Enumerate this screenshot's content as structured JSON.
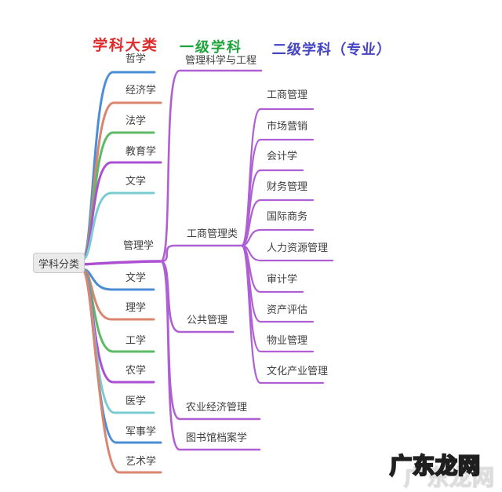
{
  "headers": [
    {
      "label": "学科大类",
      "color": "#e02b2b"
    },
    {
      "label": "一级学科",
      "color": "#1ea43b"
    },
    {
      "label": "二级学科（专业）",
      "color": "#4444c4"
    }
  ],
  "palette": {
    "blue": "#4a8ed5",
    "salmon": "#d9856f",
    "green": "#5cb964",
    "purple": "#ac4fd0",
    "cyan": "#7accd2",
    "branch_purple": "#af5fd4"
  },
  "tree": {
    "label": "学科分类",
    "children": [
      {
        "label": "哲学",
        "color": "blue"
      },
      {
        "label": "经济学",
        "color": "salmon"
      },
      {
        "label": "法学",
        "color": "green"
      },
      {
        "label": "教育学",
        "color": "purple"
      },
      {
        "label": "文学",
        "color": "cyan"
      },
      {
        "label": "管理学",
        "color": "purple",
        "children": [
          {
            "label": "管理科学与工程"
          },
          {
            "label": "工商管理类",
            "children": [
              {
                "label": "工商管理"
              },
              {
                "label": "市场营销"
              },
              {
                "label": "会计学"
              },
              {
                "label": "财务管理"
              },
              {
                "label": "国际商务"
              },
              {
                "label": "人力资源管理"
              },
              {
                "label": "审计学"
              },
              {
                "label": "资产评估"
              },
              {
                "label": "物业管理"
              },
              {
                "label": "文化产业管理"
              }
            ]
          },
          {
            "label": "公共管理"
          },
          {
            "label": "农业经济管理"
          },
          {
            "label": "图书馆档案学"
          }
        ]
      },
      {
        "label": "文学",
        "color": "blue"
      },
      {
        "label": "理学",
        "color": "salmon"
      },
      {
        "label": "工学",
        "color": "green"
      },
      {
        "label": "农学",
        "color": "purple"
      },
      {
        "label": "医学",
        "color": "cyan"
      },
      {
        "label": "军事学",
        "color": "blue"
      },
      {
        "label": "艺术学",
        "color": "salmon"
      }
    ]
  },
  "watermark": {
    "text": "广东龙网"
  }
}
